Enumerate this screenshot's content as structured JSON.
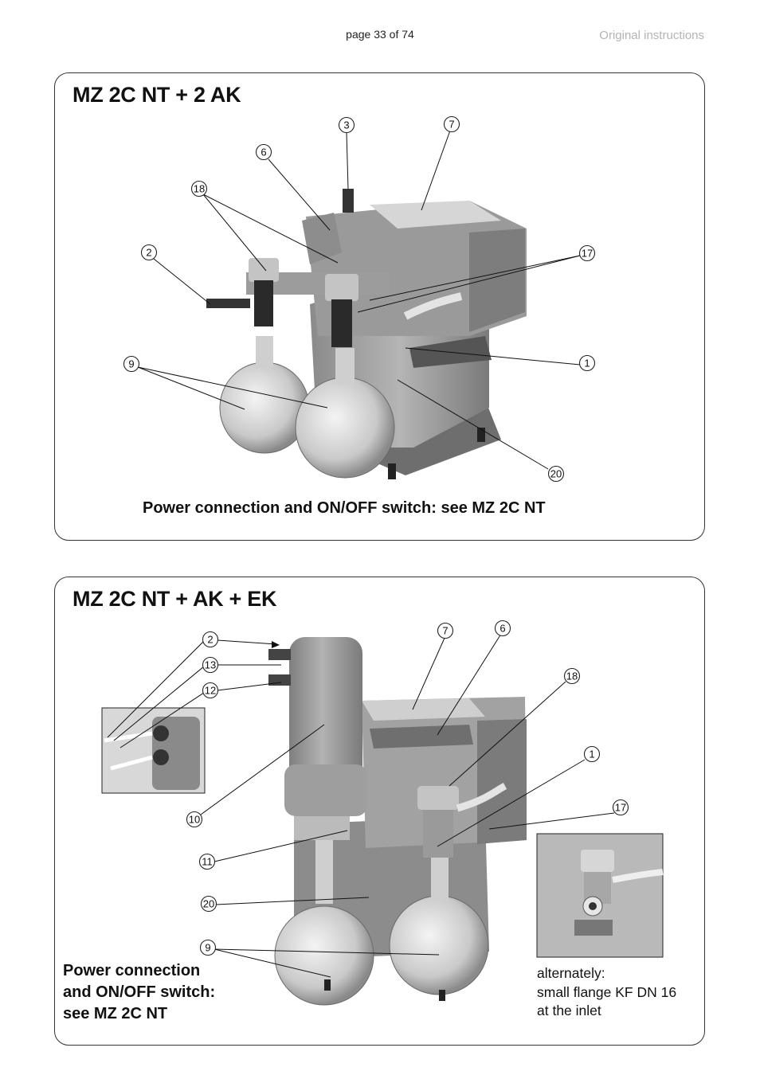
{
  "header": {
    "page_number": "page 33 of 74",
    "doc_note": "Original instructions"
  },
  "panel1": {
    "title": "MZ 2C NT + 2 AK",
    "callouts": [
      "3",
      "7",
      "6",
      "18",
      "2",
      "17",
      "9",
      "1",
      "20"
    ],
    "caption": "Power connection and ON/OFF switch: see MZ 2C NT"
  },
  "panel2": {
    "title": "MZ 2C NT  + AK + EK",
    "callouts": [
      "2",
      "7",
      "6",
      "13",
      "12",
      "18",
      "1",
      "10",
      "17",
      "11",
      "20",
      "9"
    ],
    "caption_lines": [
      "Power connection",
      "and ON/OFF switch:",
      "see MZ 2C NT"
    ],
    "note_lines": [
      "alternately:",
      "small flange KF DN 16",
      "at the inlet"
    ]
  }
}
